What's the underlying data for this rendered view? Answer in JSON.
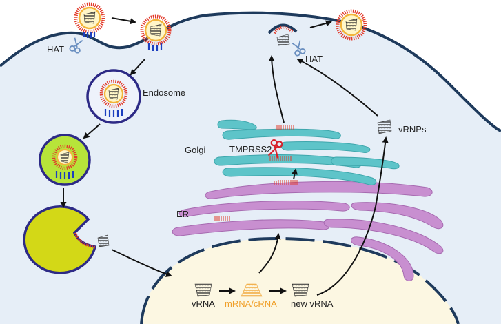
{
  "labels": {
    "hat_left": "HAT",
    "hat_right": "HAT",
    "endosome": "Endosome",
    "golgi": "Golgi",
    "tmprss2": "TMPRSS2",
    "er": "ER",
    "vrnps": "vRNPs",
    "vrna": "vRNA",
    "mrna_crna": "mRNA/cRNA",
    "new_vrna": "new vRNA"
  },
  "colors": {
    "cytoplasm": "#e6eef7",
    "membrane": "#1e3a5c",
    "nucleus": "#fcf7e2",
    "golgi": "#5ec4c9",
    "er": "#c88fd0",
    "endosome_ring": "#2d2a86",
    "late_endosome_fill": "#b7e43a",
    "lysosome_fill": "#d3d817",
    "spike_red": "#e23a2a",
    "spike_yellow": "#f2b43a",
    "receptor_blue": "#1d3fbf",
    "scissors_blue": "#6a8fc0",
    "scissors_red": "#d8202a",
    "mrna_orange": "#f0a02a",
    "rna_dark": "#333333"
  }
}
